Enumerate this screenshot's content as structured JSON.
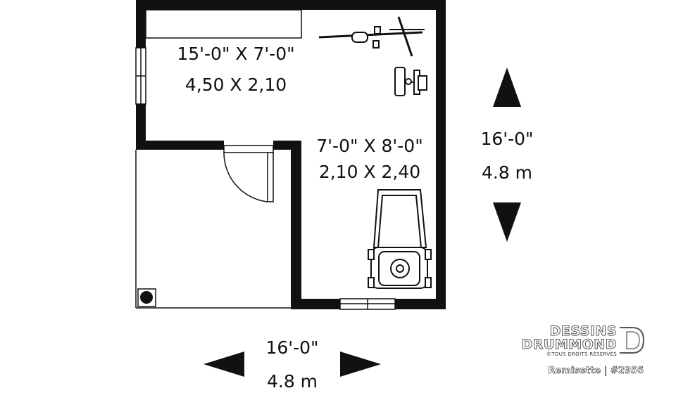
{
  "plan": {
    "upper_room": {
      "imperial": "15'-0\" X 7'-0\"",
      "metric": "4,50 X 2,10"
    },
    "lower_room": {
      "imperial": "7'-0\" X 8'-0\"",
      "metric": "2,10 X 2,40"
    }
  },
  "dimensions": {
    "vertical": {
      "imperial": "16'-0\"",
      "metric": "4.8 m"
    },
    "horizontal": {
      "imperial": "16'-0\"",
      "metric": "4.8 m"
    }
  },
  "brand": {
    "line1": "DESSINS",
    "line2": "DRUMMOND",
    "rights": "©TOUS DROITS RÉSERVÉS",
    "caption": "Remisette | #2956"
  },
  "icons": [
    "arrow-up-icon",
    "arrow-down-icon",
    "arrow-left-icon",
    "arrow-right-icon",
    "brand-logo-icon"
  ],
  "colors": {
    "ink": "#111111",
    "background": "#ffffff"
  }
}
